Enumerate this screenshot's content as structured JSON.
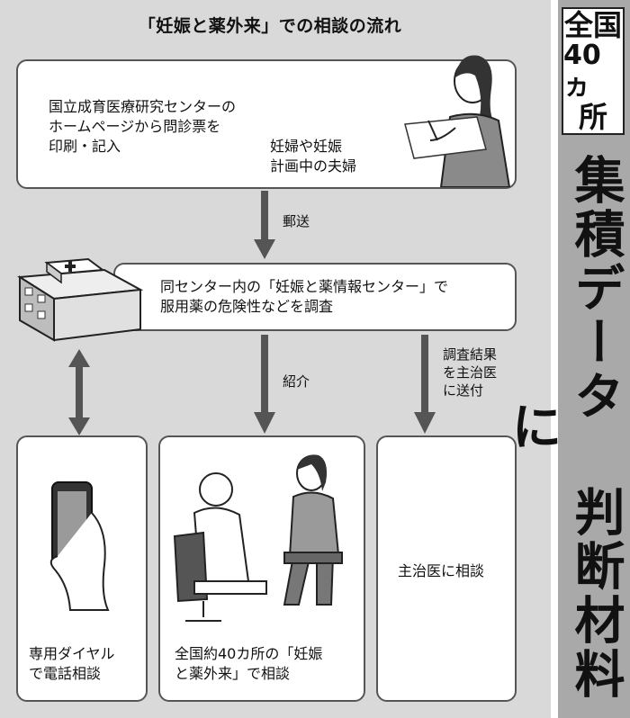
{
  "title": "「妊娠と薬外来」での相談の流れ",
  "step1": {
    "text": "国立成育医療研究センターの\nホームページから問診票を\n印刷・記入",
    "actor": "妊婦や妊娠\n計画中の夫婦"
  },
  "arrow1_label": "郵送",
  "step2": {
    "text": "同センター内の「妊娠と薬情報センター」で\n服用薬の危険性などを調査"
  },
  "arrow2_label": "紹介",
  "arrow3_label": "調査結果\nを主治医\nに送付",
  "box_phone": "専用ダイヤル\nで電話相談",
  "box_clinic": "全国約40カ所の「妊娠\nと薬外来」で相談",
  "box_doctor": "主治医に相談",
  "side": {
    "badge_line1": "全国",
    "badge_line2": "40ヵ",
    "badge_line3": "所",
    "headline": "集積データ 判断材料に"
  }
}
